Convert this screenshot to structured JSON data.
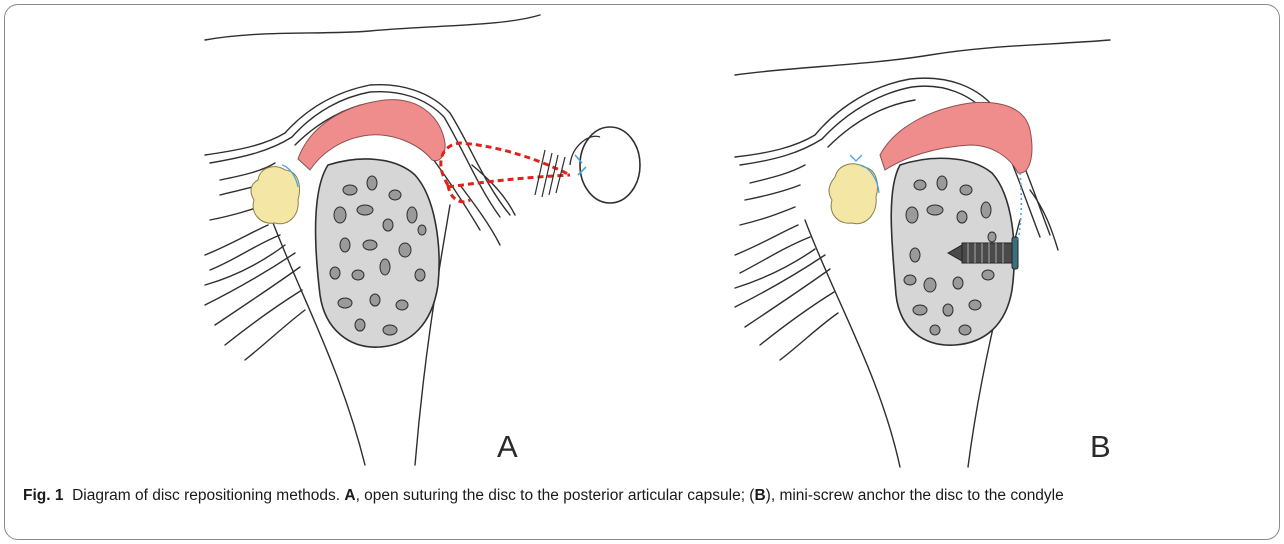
{
  "figure": {
    "panels": [
      {
        "letter": "A"
      },
      {
        "letter": "B"
      }
    ],
    "caption": {
      "label": "Fig. 1",
      "text_1": "Diagram of disc repositioning methods. ",
      "bold_a": "A",
      "text_2": ", open suturing the disc to the posterior articular capsule; (",
      "bold_b": "B",
      "text_3": "), mini-screw anchor the disc to the condyle"
    }
  },
  "colors": {
    "disc": "#ef8c8c",
    "bone": "#d6d6d6",
    "fat_pad": "#f4e7a6",
    "suture": "#e0211c",
    "screw": "#4a4a4a",
    "tissue_line": "#2f2f2f",
    "accent_blue": "#4aa6df"
  }
}
